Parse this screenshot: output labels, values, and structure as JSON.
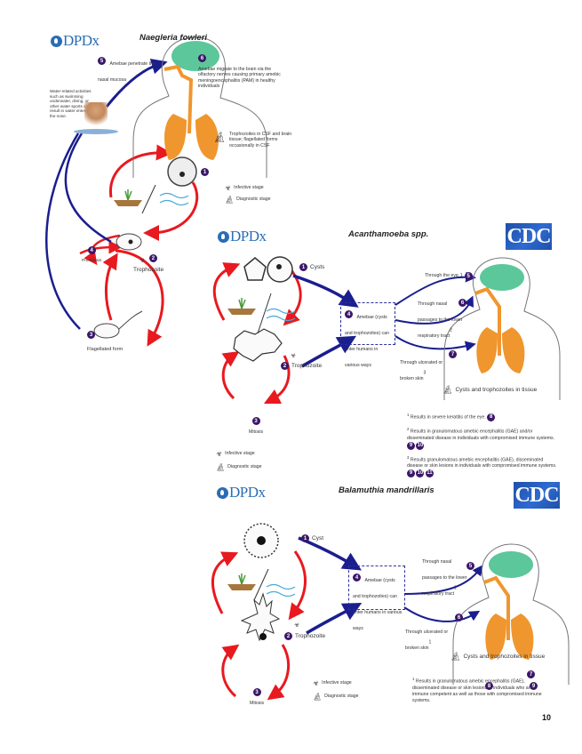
{
  "page_number": "10",
  "colors": {
    "red_arrow": "#e8191f",
    "blue_arrow": "#1a1e8e",
    "number_badge": "#3b1768",
    "dpdx_blue": "#2a6db5",
    "cdc_blue": "#1e50a8",
    "brain": "#5cc79a",
    "lungs": "#f0962e"
  },
  "brand": {
    "dpdx": "DPDx",
    "cdc": "CDC"
  },
  "diagrams": [
    {
      "title": "Naegleria fowleri",
      "water_note": "Water-related activities such as swimming underwater, diving, or other water sports can result in water entering the nose.",
      "steps": [
        {
          "n": "1",
          "label": ""
        },
        {
          "n": "2",
          "label": "Trophozoite"
        },
        {
          "n": "3",
          "label": "Flagellated form"
        },
        {
          "n": "4",
          "label": "Promitosis"
        },
        {
          "n": "5",
          "label": "Amebae penetrate the nasal mucosa"
        },
        {
          "n": "6",
          "label": "Amebae migrate to the brain via the olfactory nerves causing primary amebic meningoencephalitis (PAM) in healthy individuals"
        }
      ],
      "diagnostic_note": "Trophozoites in CSF and brain tissue; flagellated forms occasionally in CSF",
      "legend": {
        "infective": "Infective stage",
        "diagnostic": "Diagnostic stage"
      }
    },
    {
      "title": "Acanthamoeba spp.",
      "steps": [
        {
          "n": "1",
          "label": "Cysts"
        },
        {
          "n": "2",
          "label": "Trophozoite"
        },
        {
          "n": "3",
          "label": "Mitosis"
        },
        {
          "n": "4",
          "label": "Amebae (cysts and trophozoites) can enter humans in various ways"
        },
        {
          "n": "5",
          "label": "Through the eye",
          "sup": "1"
        },
        {
          "n": "6",
          "label": "Through nasal passages to the lower respiratory tract",
          "sup": "2"
        },
        {
          "n": "7",
          "label": "Through ulcerated or broken skin",
          "sup": "3"
        }
      ],
      "diagnostic_note": "Cysts and trophozoites in tissue",
      "footnotes": [
        {
          "sup": "1",
          "text": "Results in severe keratitis of the eye.",
          "badges": [
            "8"
          ]
        },
        {
          "sup": "2",
          "text": "Results in granulomatous amebic encephalitis (GAE) and/or disseminated disease in individuals with compromised immune systems.",
          "badges": [
            "9",
            "10"
          ]
        },
        {
          "sup": "3",
          "text": "Results granulomatous amebic encephalitis (GAE), disseminated disease or skin lesions in individuals with compromised immune systems.",
          "badges": [
            "9",
            "10",
            "11"
          ]
        }
      ],
      "legend": {
        "infective": "Infective stage",
        "diagnostic": "Diagnostic stage"
      }
    },
    {
      "title": "Balamuthia mandrillaris",
      "steps": [
        {
          "n": "1",
          "label": "Cyst"
        },
        {
          "n": "2",
          "label": "Trophozoite"
        },
        {
          "n": "3",
          "label": "Mitosis"
        },
        {
          "n": "4",
          "label": "Amebae (cysts and trophozoites) can enter humans in various ways"
        },
        {
          "n": "5",
          "label": "Through nasal passages to the lower respiratory tract",
          "sup": "1"
        },
        {
          "n": "6",
          "label": "Through ulcerated or broken skin",
          "sup": "1"
        }
      ],
      "diagnostic_note": "Cysts and trophozoites in tissue",
      "footnotes": [
        {
          "sup": "1",
          "text": "Results in granulomatous amebic encephalitis (GAE), disseminated disease or skin lesions in individuals who are immune competent as well as those with compromised immune systems.",
          "badges": [
            "7",
            "8",
            "9"
          ]
        }
      ],
      "legend": {
        "infective": "Infective stage",
        "diagnostic": "Diagnostic stage"
      }
    }
  ]
}
